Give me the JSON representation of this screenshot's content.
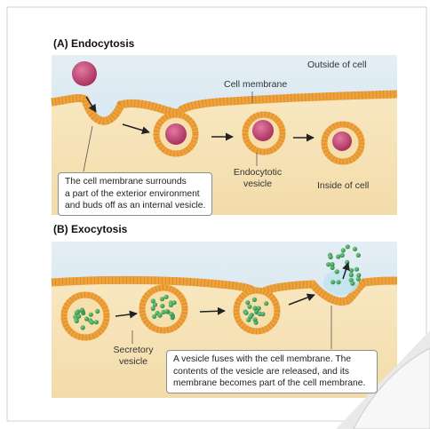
{
  "panel_a": {
    "heading": "(A) Endocytosis",
    "outside_label": "Outside of cell",
    "membrane_label": "Cell membrane",
    "vesicle_label_line1": "Endocytotic",
    "vesicle_label_line2": "vesicle",
    "inside_label": "Inside of cell",
    "caption_line1": "The cell membrane surrounds",
    "caption_line2": "a part of the exterior environment",
    "caption_line3": "and buds off as an internal vesicle."
  },
  "panel_b": {
    "heading": "(B) Exocytosis",
    "vesicle_label_line1": "Secretory",
    "vesicle_label_line2": "vesicle",
    "caption_line1": "A vesicle fuses with the cell membrane. The",
    "caption_line2": "contents of the vesicle are released, and its",
    "caption_line3": "membrane becomes part of the cell membrane."
  },
  "colors": {
    "extracellular": "#d9e8f1",
    "cytoplasm": "#f6e3b8",
    "membrane": "#eea23c",
    "particle": "#c9477a",
    "secretion": "#3fa35a"
  }
}
